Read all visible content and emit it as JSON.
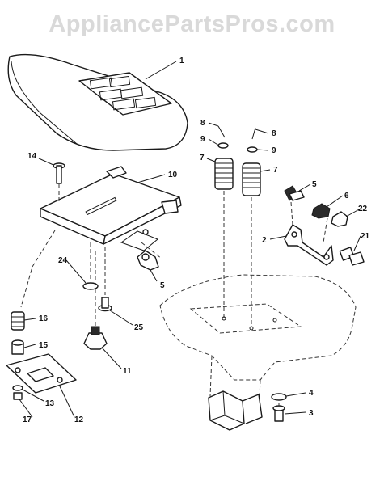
{
  "watermark": "AppliancePartsPros.com",
  "callouts": {
    "seat": "1",
    "bracket_right": "2",
    "bolt_bottom": "3",
    "washer_bottom": "4",
    "knob_left": "5",
    "knob_right": "5",
    "nut_right": "6",
    "spring_left": "7",
    "spring_right": "7",
    "pin_left": "8",
    "pin_right": "8",
    "washer_left": "9",
    "washer_right": "9",
    "seat_pan": "10",
    "knob_stem": "11",
    "slide_plate": "12",
    "washer_slide": "13",
    "screw_pan": "14",
    "spacer": "15",
    "spring_small": "16",
    "nut_slide": "17",
    "bolt_right": "21",
    "locknut_right": "22",
    "washer_pan": "24",
    "shoulder_bolt": "25"
  }
}
